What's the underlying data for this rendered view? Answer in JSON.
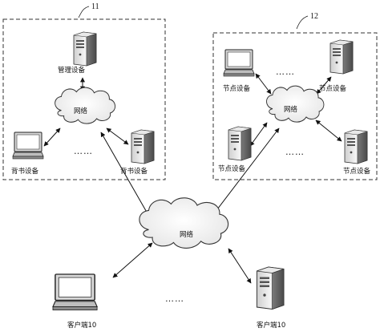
{
  "groups": {
    "left_ref": "11",
    "right_ref": "12"
  },
  "nodes": {
    "management_device": "管理设备",
    "backup_device_left": "背书设备",
    "backup_device_right": "背书设备",
    "node_device_1": "节点设备",
    "node_device_2": "节点设备",
    "node_device_3": "节点设备",
    "node_device_4": "节点设备",
    "client_left": "客户端10",
    "client_right": "客户端10"
  },
  "clouds": {
    "left_network": "网络",
    "right_network": "网络",
    "center_network": "网络"
  },
  "ellipses": {
    "left_group": "……",
    "right_top": "……",
    "right_middle": "……",
    "bottom": "……"
  }
}
